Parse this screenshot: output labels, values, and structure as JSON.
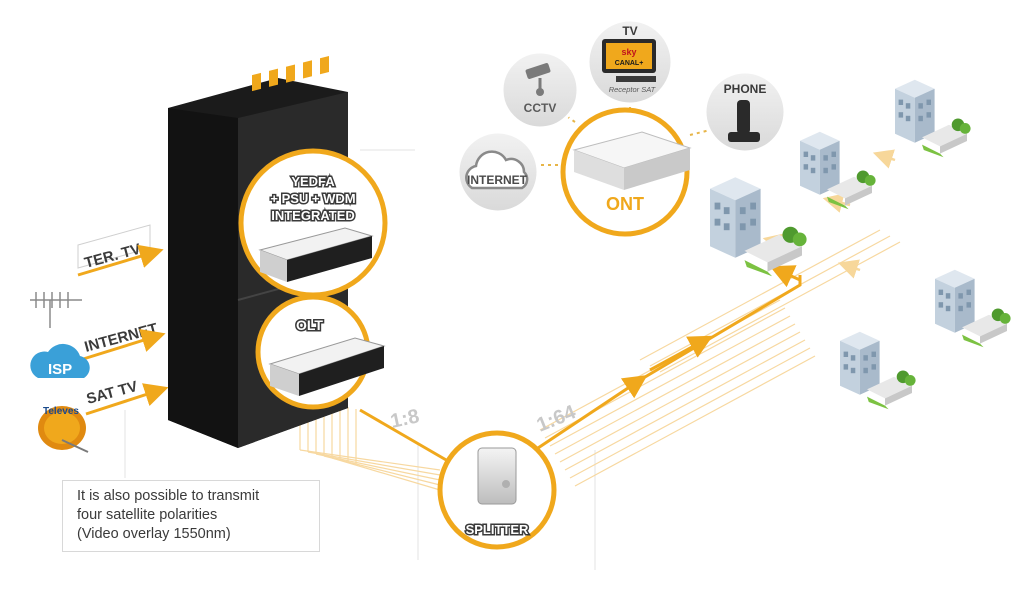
{
  "sources": {
    "ter_tv": "TER. TV",
    "internet": "INTERNET",
    "sat_tv": "SAT TV",
    "isp_logo_text": "ISP",
    "televes_logo_text": "Televes"
  },
  "rack": {
    "yedfa_line1": "YEDFA",
    "yedfa_line2": "+ PSU + WDM",
    "yedfa_line3": "INTEGRATED",
    "olt": "OLT"
  },
  "ratios": {
    "first": "1:8",
    "second": "1:64"
  },
  "splitter": "SPLITTER",
  "ont": "ONT",
  "services": {
    "tv": "TV",
    "tv_receptor": "Receptor SAT",
    "tv_screen_brand": "sky",
    "tv_screen_channel": "CANAL+",
    "cctv": "CCTV",
    "phone": "PHONE",
    "internet": "INTERNET"
  },
  "note": {
    "line1": "It is also possible to transmit",
    "line2": "four satellite polarities",
    "line3": "(Video overlay 1550nm)"
  },
  "colors": {
    "accent": "#f0a81c",
    "rack": "#1b1b1b",
    "circle_grey": "#e6e6e6",
    "building": "#b9c8d8"
  },
  "icons": [
    "antenna-icon",
    "isp-cloud-icon",
    "satellite-dish-icon",
    "cctv-camera-icon",
    "tv-icon",
    "phone-icon",
    "cloud-icon",
    "building-icon"
  ]
}
